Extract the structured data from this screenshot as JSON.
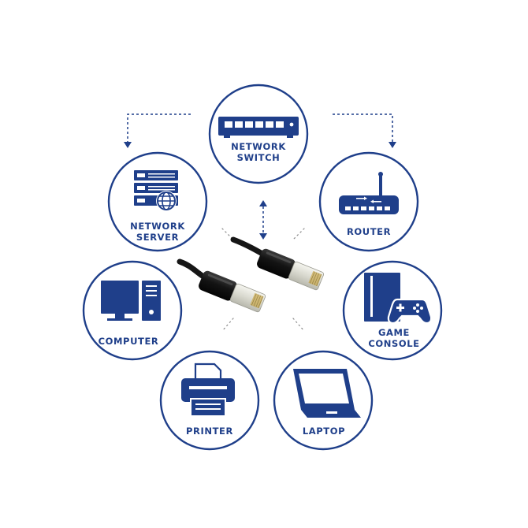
{
  "colors": {
    "accent": "#1f3f8a",
    "cable": "#161616",
    "background": "#ffffff"
  },
  "nodes": {
    "network_switch": {
      "line1": "NETWORK",
      "line2": "SWITCH",
      "icon": "network-switch-icon"
    },
    "router": {
      "line1": "ROUTER",
      "icon": "router-icon"
    },
    "network_server": {
      "line1": "NETWORK",
      "line2": "SERVER",
      "icon": "server-icon"
    },
    "computer": {
      "line1": "COMPUTER",
      "icon": "desktop-computer-icon"
    },
    "game_console": {
      "line1": "GAME",
      "line2": "CONSOLE",
      "icon": "game-console-icon"
    },
    "printer": {
      "line1": "PRINTER",
      "icon": "printer-icon"
    },
    "laptop": {
      "line1": "LAPTOP",
      "icon": "laptop-icon"
    }
  },
  "center_image": "ethernet-patch-cable"
}
